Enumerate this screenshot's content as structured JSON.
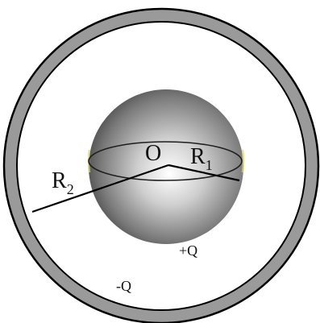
{
  "labels": {
    "center": "O",
    "inner_radius_letter": "R",
    "inner_radius_sub": "1",
    "outer_radius_letter": "R",
    "outer_radius_sub": "2",
    "inner_charge": "+Q",
    "outer_charge": "-Q"
  },
  "colors": {
    "shell_fill": "#9a9a9a",
    "stroke": "#000000",
    "sphere_highlight": "#ffffff",
    "sphere_shadow": "#3a3a3a",
    "edge_glow": "#d8d870"
  }
}
